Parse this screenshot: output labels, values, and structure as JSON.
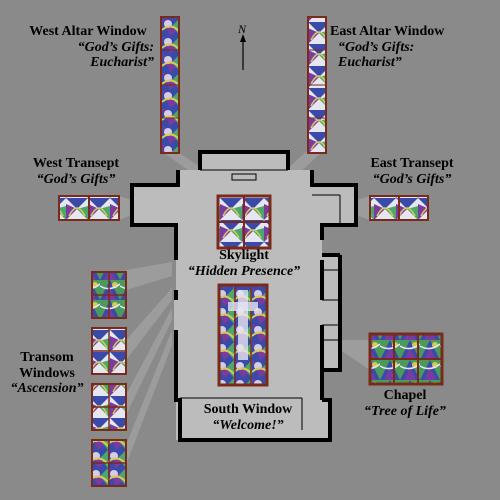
{
  "north_label": "N",
  "colors": {
    "background": "#8a8a8a",
    "floor": "#bcbcbc",
    "wall": "#000000",
    "window_frame": "#7a2a1a",
    "glass_blue": "#3a4aa8",
    "glass_purple": "#7a3aa0",
    "glass_green": "#4aa86a",
    "glass_yellow": "#d8c85a",
    "glass_white": "#e6e6f0"
  },
  "windows": {
    "west_altar": {
      "title": "West Altar Window",
      "subtitle": "“God’s Gifts: Eucharist”",
      "title_line1": "West Altar Window",
      "subtitle_line1": "“God’s Gifts:",
      "subtitle_line2": "Eucharist”"
    },
    "east_altar": {
      "title_line1": "East Altar Window",
      "subtitle_line1": "“God’s Gifts:",
      "subtitle_line2": "Eucharist”"
    },
    "west_transept": {
      "title_line1": "West Transept",
      "subtitle_line1": "“God’s Gifts”"
    },
    "east_transept": {
      "title_line1": "East Transept",
      "subtitle_line1": "“God’s Gifts”"
    },
    "skylight": {
      "title_line1": "Skylight",
      "subtitle_line1": "“Hidden Presence”"
    },
    "transom": {
      "title_line1": "Transom",
      "title_line2": "Windows",
      "subtitle_line1": "“Ascension”"
    },
    "south": {
      "title_line1": "South Window",
      "subtitle_line1": "“Welcome!”"
    },
    "chapel": {
      "title_line1": "Chapel",
      "subtitle_line1": "“Tree of Life”"
    }
  }
}
